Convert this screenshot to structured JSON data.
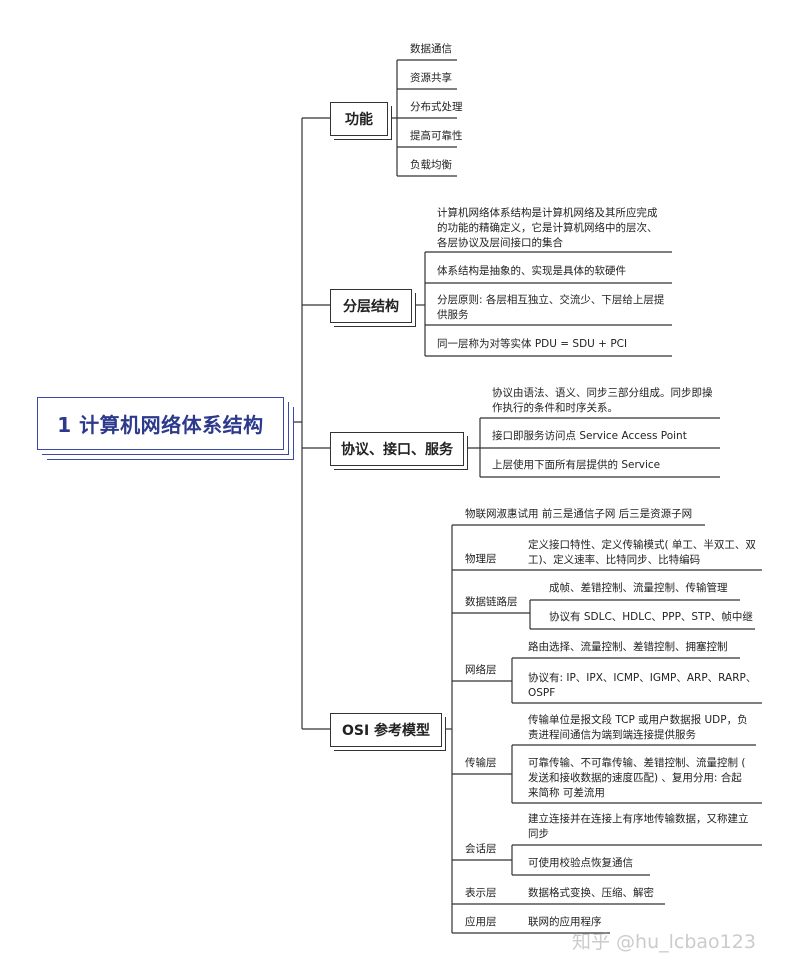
{
  "root": "1 计算机网络体系结构",
  "branches": {
    "func": {
      "label": "功能",
      "items": [
        "数据通信",
        "资源共享",
        "分布式处理",
        "提高可靠性",
        "负载均衡"
      ]
    },
    "layer": {
      "label": "分层结构",
      "items": [
        [
          "计算机网络体系结构是计算机网络及其所应完成",
          "的功能的精确定义，它是计算机网络中的层次、",
          "各层协议及层间接口的集合"
        ],
        [
          "体系结构是抽象的、实现是具体的软硬件"
        ],
        [
          "分层原则: 各层相互独立、交流少、下层给上层提",
          "供服务"
        ],
        [
          "同一层称为对等实体  PDU = SDU + PCI"
        ]
      ]
    },
    "proto": {
      "label": "协议、接口、服务",
      "items": [
        [
          " 协议由语法、语义、同步三部分组成。同步即操",
          "作执行的条件和时序关系。"
        ],
        [
          "接口即服务访问点 Service Access Point"
        ],
        [
          "上层使用下面所有层提供的 Service"
        ]
      ]
    },
    "osi": {
      "label": "OSI  参考模型",
      "intro": "物联网淑惠试用 前三是通信子网 后三是资源子网",
      "layers": [
        {
          "name": "物理层",
          "items": [
            [
              "定义接口特性、定义传输模式( 单工、半双工、双",
              "工)、定义速率、比特同步、比特编码"
            ]
          ]
        },
        {
          "name": "数据链路层",
          "items": [
            [
              "成帧、差错控制、流量控制、传输管理"
            ],
            [
              "协议有 SDLC、HDLC、PPP、STP、帧中继"
            ]
          ]
        },
        {
          "name": "网络层",
          "items": [
            [
              "路由选择、流量控制、差错控制、拥塞控制"
            ],
            [
              "协议有: IP、IPX、ICMP、IGMP、ARP、RARP、",
              "OSPF"
            ]
          ]
        },
        {
          "name": "传输层",
          "items": [
            [
              "传输单位是报文段 TCP 或用户数据报 UDP，负",
              "责进程间通信为端到端连接提供服务"
            ],
            [
              "可靠传输、不可靠传输、差错控制、流量控制 (",
              "发送和接收数据的速度匹配) 、复用分用: 合起",
              "来简称 可差流用"
            ]
          ]
        },
        {
          "name": "会话层",
          "items": [
            [
              "建立连接并在连接上有序地传输数据，又称建立",
              "同步"
            ],
            [
              "可使用校验点恢复通信"
            ]
          ]
        },
        {
          "name": "表示层",
          "items": [
            [
              "数据格式变换、压缩、解密"
            ]
          ]
        },
        {
          "name": "应用层",
          "items": [
            [
              "联网的应用程序"
            ]
          ]
        }
      ]
    }
  },
  "watermark": "知乎 @hu_lcbao123"
}
